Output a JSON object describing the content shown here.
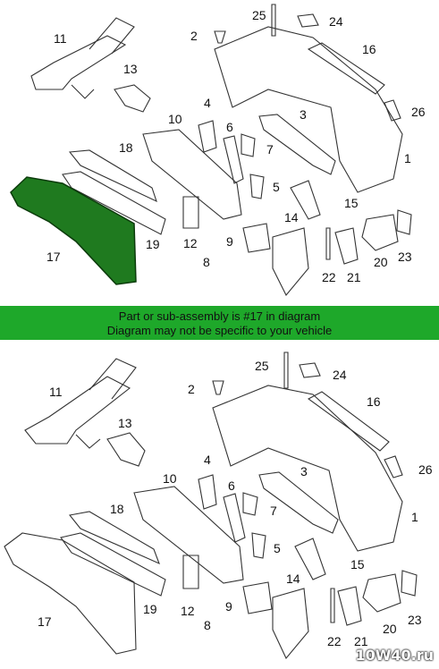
{
  "diagram": {
    "callouts": [
      "1",
      "2",
      "3",
      "4",
      "5",
      "6",
      "7",
      "8",
      "9",
      "10",
      "11",
      "12",
      "13",
      "14",
      "15",
      "16",
      "17",
      "18",
      "19",
      "20",
      "21",
      "22",
      "23",
      "24",
      "25",
      "26"
    ],
    "highlight_color": "#1f7a1f",
    "line_color": "#333333"
  },
  "banner": {
    "line1": "Part or sub-assembly is #17 in diagram",
    "line2": "Diagram may not be specific to your vehicle",
    "color": "#1ea82a"
  },
  "watermark": "10W40.ru"
}
